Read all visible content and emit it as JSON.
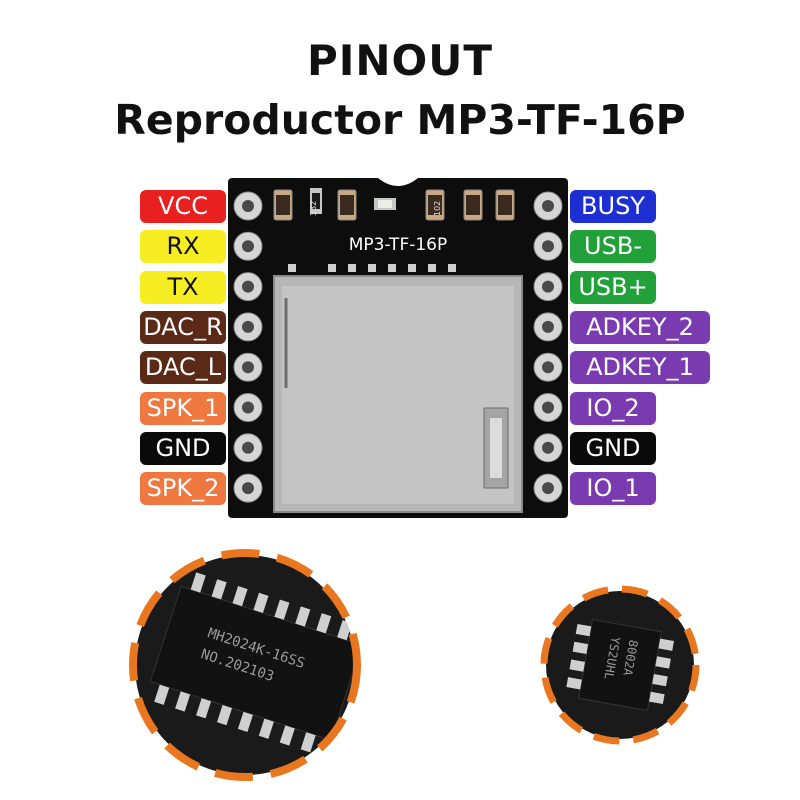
{
  "title": "PINOUT",
  "subtitle": "Reproductor MP3-TF-16P",
  "board": {
    "silkscreen": "MP3-TF-16P",
    "resistor_left": "332",
    "resistor_right": "102"
  },
  "left_pins": [
    {
      "label": "VCC",
      "bg": "#e8201f",
      "fg": "#ffffff"
    },
    {
      "label": "RX",
      "bg": "#f6ee23",
      "fg": "#111111"
    },
    {
      "label": "TX",
      "bg": "#f6ee23",
      "fg": "#111111"
    },
    {
      "label": "DAC_R",
      "bg": "#5a2a17",
      "fg": "#ffffff"
    },
    {
      "label": "DAC_L",
      "bg": "#5a2a17",
      "fg": "#ffffff"
    },
    {
      "label": "SPK_1",
      "bg": "#ee7840",
      "fg": "#ffffff"
    },
    {
      "label": "GND",
      "bg": "#0a0a0a",
      "fg": "#ffffff"
    },
    {
      "label": "SPK_2",
      "bg": "#ee7840",
      "fg": "#ffffff"
    }
  ],
  "right_pins": [
    {
      "label": "BUSY",
      "bg": "#1d2fd0",
      "fg": "#ffffff"
    },
    {
      "label": "USB-",
      "bg": "#22a03a",
      "fg": "#ffffff"
    },
    {
      "label": "USB+",
      "bg": "#22a03a",
      "fg": "#ffffff"
    },
    {
      "label": "ADKEY_2",
      "bg": "#7a3bb0",
      "fg": "#ffffff"
    },
    {
      "label": "ADKEY_1",
      "bg": "#7a3bb0",
      "fg": "#ffffff"
    },
    {
      "label": "IO_2",
      "bg": "#7a3bb0",
      "fg": "#ffffff"
    },
    {
      "label": "GND",
      "bg": "#0a0a0a",
      "fg": "#ffffff"
    },
    {
      "label": "IO_1",
      "bg": "#7a3bb0",
      "fg": "#ffffff"
    }
  ],
  "chips": {
    "left_line1": "MH2024K-16SS",
    "left_line2": "NO.202103",
    "right_line1": "8002A",
    "right_line2": "YS2UHL"
  },
  "colors": {
    "zoom_ring": "#e8771f"
  }
}
